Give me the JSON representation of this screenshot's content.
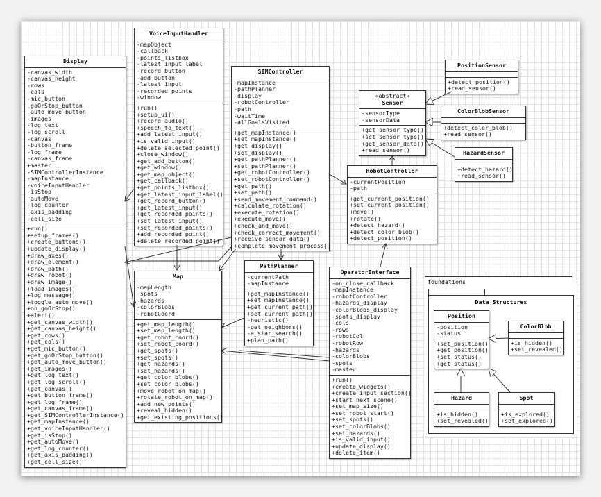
{
  "packages": {
    "outer": {
      "label": "foundations"
    },
    "inner": {
      "label": "Data Structures"
    }
  },
  "classes": [
    {
      "id": "display",
      "name": "Display",
      "stereotype": "",
      "attributes": [
        "-canvas_width",
        "-canvas_height",
        "-rows",
        "-cols",
        "-mic_button",
        "-goOrStop_button",
        "-auto_move_button",
        "-images",
        "-log_text",
        "-log_scroll",
        "-canvas",
        "-button_frame",
        "-log_frame",
        "-canvas_frame",
        "+master",
        "-SIMControllerInstance",
        "-mapInstance",
        "-voiceInputHandler",
        "-isStop",
        "-autoMove",
        "-log_counter",
        "-axis_padding",
        "-cell_size"
      ],
      "methods": [
        "+run()",
        "+setup_frames()",
        "+create_buttons()",
        "+update_display()",
        "+draw_axes()",
        "+draw_element()",
        "+draw_path()",
        "+draw_robot()",
        "+draw_image()",
        "+load_images()",
        "+log_message()",
        "+toggle_auto_move()",
        "+on_goOrStop()",
        "+alert()",
        "+get_canvas_width()",
        "+get_canvas_height()",
        "+get_rows()",
        "+get_cols()",
        "+get_mic_button()",
        "+get_goOrStop_button()",
        "+get_auto_move_button()",
        "+get_images()",
        "+get_log_text()",
        "+get_log_scroll()",
        "+get_canvas()",
        "+get_button_frame()",
        "+get_log_frame()",
        "+get_canvas_frame()",
        "+get_SIMControllerInstance()",
        "+get_mapInstance()",
        "+get_voiceInputHandler()",
        "+get_isStop()",
        "+get_autoMove()",
        "+get_log_counter()",
        "+get_axis_padding()",
        "+get_cell_size()"
      ]
    },
    {
      "id": "voice",
      "name": "VoiceInputHandler",
      "stereotype": "",
      "attributes": [
        "-mapObject",
        "-callback",
        "-points_listbox",
        "-latest_input_label",
        "-record_button",
        "-add_button",
        "-latest_input",
        "-recorded_points",
        "-window"
      ],
      "methods": [
        "+run()",
        "+setup_ui()",
        "+record_audio()",
        "+speech_to_text()",
        "+add_latest_input()",
        "+is_valid_input()",
        "+delete_selected_point()",
        "+close_window()",
        "+get_add_button()",
        "+get_window()",
        "+get_map_object()",
        "+get_callback()",
        "+get_points_listbox()",
        "+get_latest_input_label()",
        "+get_record_button()",
        "+get_latest_input()",
        "+get_recorded_points()",
        "+set_latest_input()",
        "+set_recorded_points()",
        "+add_recorded_point()",
        "+delete_recorded_point()"
      ]
    },
    {
      "id": "sim",
      "name": "SIMController",
      "stereotype": "",
      "attributes": [
        "-mapInstance",
        "-pathPlanner",
        "-display",
        "-robotController",
        "-path",
        "-waitTime",
        "-allGoalsVisited"
      ],
      "methods": [
        "+get_mapInstance()",
        "+set_mapInstance()",
        "+get_display()",
        "+set_display()",
        "+get_pathPlanner()",
        "+set_pathPlanner()",
        "+get_robotController()",
        "+set_robotController()",
        "+get_path()",
        "+set_path()",
        "+send_movement_command()",
        "+calculate_rotation()",
        "+execute_rotation()",
        "+execute_move()",
        "+check_and_move()",
        "+check_correct_movement()",
        "+receive_sensor_data()",
        "+complete_movement_process()"
      ]
    },
    {
      "id": "map",
      "name": "Map",
      "stereotype": "",
      "attributes": [
        "-mapLength",
        "-spots",
        "-hazards",
        "-colorBlobs",
        "-robotCoord"
      ],
      "methods": [
        "+get_map_length()",
        "+set_map_length()",
        "+get_robot_coord()",
        "+set_robot_coord()",
        "+get_spots()",
        "+set_spots()",
        "+get_hazards()",
        "+set_hazards()",
        "+get_color_blobs()",
        "+set_color_blobs()",
        "+move_robot_on_map()",
        "+rotate_robot_on_map()",
        "+add_new_points()",
        "+reveal_hidden()",
        "+get_existing_positions()"
      ]
    },
    {
      "id": "path",
      "name": "PathPlanner",
      "stereotype": "",
      "attributes": [
        "-currentPath",
        "-mapInstance"
      ],
      "methods": [
        "+get_mapInstance()",
        "+set_mapInstance()",
        "+get_current_path()",
        "+set_current_path()",
        "-heuristic()",
        "-get_neighbors()",
        "-a_star_search()",
        "+plan_path()"
      ]
    },
    {
      "id": "oper",
      "name": "OperatorInterface",
      "stereotype": "",
      "attributes": [
        "-on_close_callback",
        "-mapInstance",
        "-robotController",
        "-hazards_display",
        "-colorBlobs_display",
        "-spots_display",
        "-cols",
        "-rows",
        "-robotCol",
        "-robotRow",
        "-hazards",
        "-colorBlobs",
        "-spots",
        "-master"
      ],
      "methods": [
        "+run()",
        "+create_widgets()",
        "+create_input_section()",
        "+start_next_scene()",
        "+set_map_size()",
        "+set_robot_start()",
        "+set_spots()",
        "+set_colorBlobs()",
        "+set_hazards()",
        "+is_valid_input()",
        "+update_display()",
        "+delete_item()"
      ]
    },
    {
      "id": "sensor",
      "name": "Sensor",
      "stereotype": "«abstract»",
      "attributes": [
        "-sensorType",
        "-sensorData"
      ],
      "methods": [
        "+get_sensor_type()",
        "+set_sensor_type()",
        "+get_sensor_data()",
        "+read_sensor()"
      ]
    },
    {
      "id": "robot",
      "name": "RobotController",
      "stereotype": "",
      "attributes": [
        "-currentPosition",
        "-path"
      ],
      "methods": [
        "+get_current_position()",
        "+set_current_position()",
        "+move()",
        "+rotate()",
        "+detect_hazard()",
        "+detect_color_blob()",
        "+detect_position()"
      ]
    },
    {
      "id": "possensor",
      "name": "PositionSensor",
      "stereotype": "",
      "attributes": [],
      "methods": [
        "+detect_position()",
        "+read_sensor()"
      ]
    },
    {
      "id": "cbsensor",
      "name": "ColorBlobSensor",
      "stereotype": "",
      "attributes": [],
      "methods": [
        "+detect_color_blob()",
        "+read_sensor()"
      ]
    },
    {
      "id": "hzsensor",
      "name": "HazardSensor",
      "stereotype": "",
      "attributes": [],
      "methods": [
        "+detect_hazard()",
        "+read_sensor()"
      ]
    },
    {
      "id": "position",
      "name": "Position",
      "stereotype": "",
      "attributes": [
        "-position",
        "-status"
      ],
      "methods": [
        "+set_position()",
        "+get_position()",
        "+set_status()",
        "+get_status()"
      ]
    },
    {
      "id": "colorblob",
      "name": "ColorBlob",
      "stereotype": "",
      "attributes": [],
      "methods": [
        "+is_hidden()",
        "+set_revealed()"
      ]
    },
    {
      "id": "hazard",
      "name": "Hazard",
      "stereotype": "",
      "attributes": [],
      "methods": [
        "+is_hidden()",
        "+set_revealed()"
      ]
    },
    {
      "id": "spot",
      "name": "Spot",
      "stereotype": "",
      "attributes": [],
      "methods": [
        "+is_explored()",
        "+set_explored()"
      ]
    }
  ]
}
